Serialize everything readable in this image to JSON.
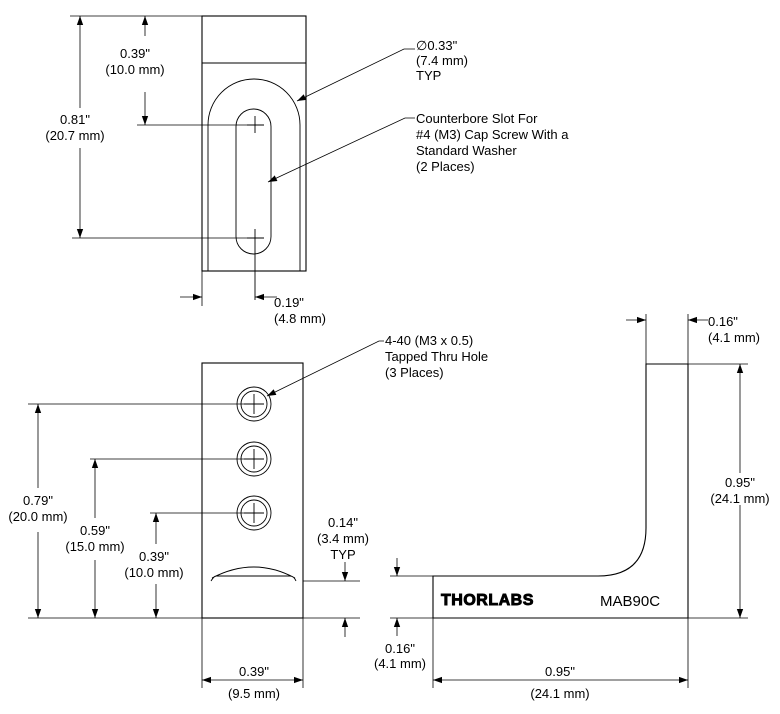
{
  "top_view": {
    "dim_039": [
      "0.39\"",
      "(10.0 mm)"
    ],
    "dim_081": [
      "0.81\"",
      "(20.7 mm)"
    ],
    "dim_019": [
      "0.19\"",
      "(4.8 mm)"
    ],
    "note_diameter": [
      "∅0.33\"",
      "(7.4 mm)",
      "TYP"
    ],
    "note_counterbore": [
      "Counterbore Slot For",
      "#4 (M3) Cap Screw With a",
      "Standard Washer",
      "(2 Places)"
    ]
  },
  "front_view": {
    "note_tapped": [
      "4-40 (M3 x 0.5)",
      "Tapped Thru Hole",
      "(3 Places)"
    ],
    "dim_079": [
      "0.79\"",
      "(20.0 mm)"
    ],
    "dim_059": [
      "0.59\"",
      "(15.0 mm)"
    ],
    "dim_039": [
      "0.39\"",
      "(10.0 mm)"
    ],
    "dim_014": [
      "0.14\"",
      "(3.4 mm)",
      "TYP"
    ],
    "dim_width": [
      "0.39\"",
      "(9.5 mm)"
    ]
  },
  "side_view": {
    "dim_016_top": [
      "0.16\"",
      "(4.1 mm)"
    ],
    "dim_095_height": [
      "0.95\"",
      "(24.1 mm)"
    ],
    "dim_016_bottom": [
      "0.16\"",
      "(4.1 mm)"
    ],
    "dim_095_length": [
      "0.95\"",
      "(24.1 mm)"
    ],
    "brand_logo": "THORLABS",
    "model": "MAB90C"
  }
}
